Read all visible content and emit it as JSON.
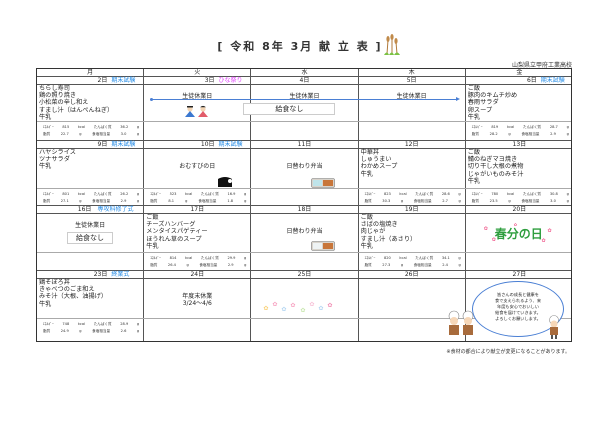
{
  "header": {
    "title": "[ 令和 8年 3月 献 立 表 ]",
    "title_icon": "tsukushi-icon",
    "school": "山梨県立甲府工業高校"
  },
  "days_of_week": [
    "月",
    "火",
    "水",
    "木",
    "金"
  ],
  "nutrition_labels": {
    "energy": "ｴﾈﾙｷﾞｰ",
    "energy_unit": "kcal",
    "protein": "たんぱく質",
    "fat": "脂質",
    "salt": "食塩相当量",
    "unit_g": "g"
  },
  "weeks": [
    {
      "days": [
        {
          "date": "2日",
          "event": "期末試験",
          "menu": [
            "ちらし寿司",
            "鶏の照り焼き",
            "小松菜の辛し和え",
            "すまし汁（はんぺんねぎ）",
            "牛乳"
          ],
          "nutrition": {
            "energy": "815",
            "protein": "36.2",
            "fat": "22.7",
            "salt": "3.0"
          }
        },
        {
          "date": "3日",
          "event": "ひな祭り",
          "event_color": "#e040fb",
          "note": "生徒休業日",
          "icon": "hina-dolls-icon"
        },
        {
          "date": "4日",
          "event": "",
          "note": "生徒休業日",
          "no_meal": "給食なし"
        },
        {
          "date": "5日",
          "event": "",
          "note": "生徒休業日"
        },
        {
          "date": "6日",
          "event": "期末試験",
          "menu": [
            "ご飯",
            "豚肉のキムチ炒め",
            "春雨サラダ",
            "卵スープ",
            "牛乳"
          ],
          "nutrition": {
            "energy": "819",
            "protein": "28.7",
            "fat": "28.2",
            "salt": "2.9"
          }
        }
      ]
    },
    {
      "days": [
        {
          "date": "9日",
          "event": "期末試験",
          "menu": [
            "ハヤシライス",
            "ツナサラダ",
            "牛乳"
          ],
          "nutrition": {
            "energy": "801",
            "protein": "26.2",
            "fat": "27.1",
            "salt": "2.9"
          }
        },
        {
          "date": "10日",
          "event": "期末試験",
          "note": "おむすびの日",
          "icon": "rice-ball-icon",
          "nutrition": {
            "energy": "523",
            "protein": "16.9",
            "fat": "8.1",
            "salt": "1.8"
          }
        },
        {
          "date": "11日",
          "event": "",
          "note": "日替わり弁当",
          "icon": "bento-icon"
        },
        {
          "date": "12日",
          "event": "",
          "menu": [
            "中華丼",
            "しゅうまい",
            "わかめスープ",
            "牛乳"
          ],
          "nutrition": {
            "energy": "823",
            "protein": "28.6",
            "fat": "30.3",
            "salt": "2.7"
          }
        },
        {
          "date": "13日",
          "event": "",
          "menu": [
            "ご飯",
            "鯖のねぎマヨ焼き",
            "切り干し大根の煮物",
            "じゃがいものみそ汁",
            "牛乳"
          ],
          "nutrition": {
            "energy": "780",
            "protein": "30.8",
            "fat": "23.5",
            "salt": "3.0"
          }
        }
      ]
    },
    {
      "days": [
        {
          "date": "16日",
          "event": "専攻科修了式",
          "note": "生徒休業日",
          "no_meal": "給食なし"
        },
        {
          "date": "17日",
          "event": "",
          "menu": [
            "ご飯",
            "チーズハンバーグ",
            "メンタイスパゲティー",
            "ほうれん草のスープ",
            "牛乳"
          ],
          "nutrition": {
            "energy": "814",
            "protein": "29.9",
            "fat": "26.4",
            "salt": "2.9"
          }
        },
        {
          "date": "18日",
          "event": "",
          "note": "日替わり弁当",
          "icon": "bento-icon"
        },
        {
          "date": "19日",
          "event": "",
          "menu": [
            "ご飯",
            "さばの塩焼き",
            "肉じゃが",
            "すまし汁（あさり）",
            "牛乳"
          ],
          "nutrition": {
            "energy": "820",
            "protein": "34.1",
            "fat": "27.3",
            "salt": "2.4"
          }
        },
        {
          "date": "20日",
          "event": "",
          "special": "春分の日",
          "icon": "shunbun-no-hi-icon"
        }
      ]
    },
    {
      "days": [
        {
          "date": "23日",
          "event": "終業式",
          "menu": [
            "鶏そぼろ丼",
            "きゃべつのごま和え",
            "みそ汁（大根、油揚げ）",
            "牛乳"
          ],
          "nutrition": {
            "energy": "748",
            "protein": "28.9",
            "fat": "24.9",
            "salt": "2.6"
          }
        },
        {
          "date": "24日",
          "event": "",
          "note": "年度末休業",
          "note2": "3/24～4/6"
        },
        {
          "date": "25日",
          "event": "",
          "icon": "flowers-icon"
        },
        {
          "date": "26日",
          "event": ""
        },
        {
          "date": "27日",
          "event": "",
          "message": [
            "皆さんの成長と健康を",
            "食で支えられるよう、来",
            "年度も安心でおいしい",
            "給食を届けていきます。",
            "よろしくお願いします。"
          ],
          "icon": "cooks-icon"
        }
      ]
    }
  ],
  "footer": "※食材の都合により献立が変更になることがあります。",
  "colors": {
    "event_blue": "#1e88e5",
    "event_pink": "#e040fb",
    "arrow": "#4a7fd4",
    "spring_green": "#2e9e3e",
    "spring_pink": "#f06292"
  }
}
